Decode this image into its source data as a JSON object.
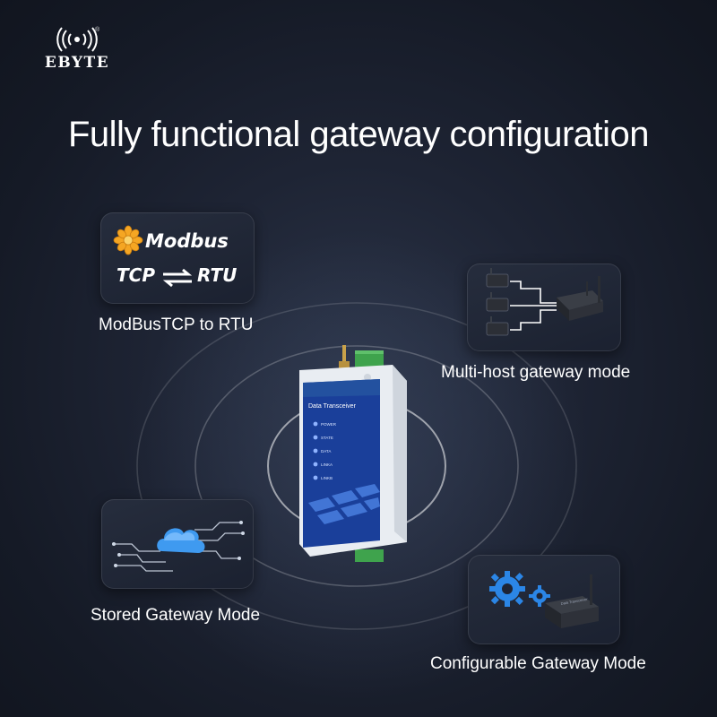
{
  "brand": {
    "name": "EBYTE",
    "registered_mark": "®"
  },
  "headline": "Fully functional gateway configuration",
  "features": {
    "modbus": {
      "caption": "ModBusTCP to RTU",
      "logo_word": "Modbus",
      "left_protocol": "TCP",
      "right_protocol": "RTU",
      "icon": "modbus-flower-icon"
    },
    "multi_host": {
      "caption": "Multi-host gateway mode",
      "icon": "multi-host-network-icon"
    },
    "stored": {
      "caption": "Stored Gateway Mode",
      "icon": "cloud-circuit-icon"
    },
    "configurable": {
      "caption": "Configurable Gateway Mode",
      "icon": "gears-device-icon"
    }
  },
  "device": {
    "panel_title": "Data Transceiver",
    "indicators": [
      "POWER",
      "STATE",
      "DATA",
      "LINKA",
      "LINKB"
    ]
  },
  "colors": {
    "background": "#1b2130",
    "accent_blue": "#1f7fe0",
    "modbus_orange": "#f5a623",
    "device_panel": "#1a3f9a",
    "terminal_green": "#3fa34d"
  }
}
